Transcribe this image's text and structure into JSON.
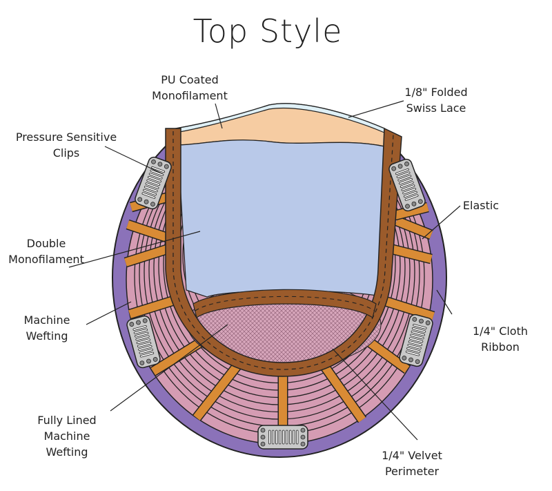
{
  "title": "Top Style",
  "labels": {
    "pu_coated": [
      "PU Coated",
      "Monofilament"
    ],
    "swiss_lace": [
      "1/8\" Folded",
      "Swiss Lace"
    ],
    "clips": [
      "Pressure Sensitive",
      "Clips"
    ],
    "elastic": [
      "Elastic"
    ],
    "double_mono": [
      "Double",
      "Monofilament"
    ],
    "machine_wefting": [
      "Machine",
      "Wefting"
    ],
    "cloth_ribbon": [
      "1/4\" Cloth",
      "Ribbon"
    ],
    "fully_lined": [
      "Fully Lined",
      "Machine",
      "Wefting"
    ],
    "velvet": [
      "1/4\" Velvet",
      "Perimeter"
    ]
  },
  "colors": {
    "ribbon": "#8b72b9",
    "wefting": "#d59cb3",
    "strap": "#d98b35",
    "velvet": "#9b5b2b",
    "mono": "#b9c9e9",
    "pu": "#f6cca2",
    "lace": "#dff0f6",
    "clip": "#c9c9c9"
  }
}
